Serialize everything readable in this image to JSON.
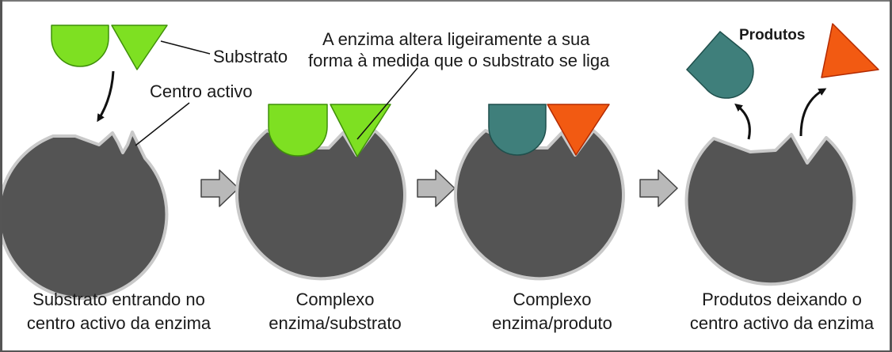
{
  "labels": {
    "substrate": "Substrato",
    "active_site": "Centro activo",
    "shape_change_line1": "A enzima altera ligeiramente a sua",
    "shape_change_line2": "forma à medida que o substrato se liga",
    "products": "Produtos"
  },
  "stages": [
    {
      "caption_line1": "Substrato entrando no",
      "caption_line2": "centro activo da enzima"
    },
    {
      "caption_line1": "Complexo",
      "caption_line2": "enzima/substrato"
    },
    {
      "caption_line1": "Complexo",
      "caption_line2": "enzima/produto"
    },
    {
      "caption_line1": "Produtos deixando o",
      "caption_line2": "centro activo da enzima"
    }
  ],
  "colors": {
    "enzyme": "#545454",
    "enzyme_outline": "#c9c9c9",
    "substrate": "#7ee022",
    "substrate_outline": "#3f8f0a",
    "product_teal": "#3f7f7b",
    "product_red": "#f25a12",
    "product_red_outline": "#b32a00",
    "step_arrow": "#b9b9b9",
    "line": "#111111"
  },
  "icons": {
    "step_arrow": "right-block-arrow",
    "motion_arrow": "curved-arrow"
  }
}
